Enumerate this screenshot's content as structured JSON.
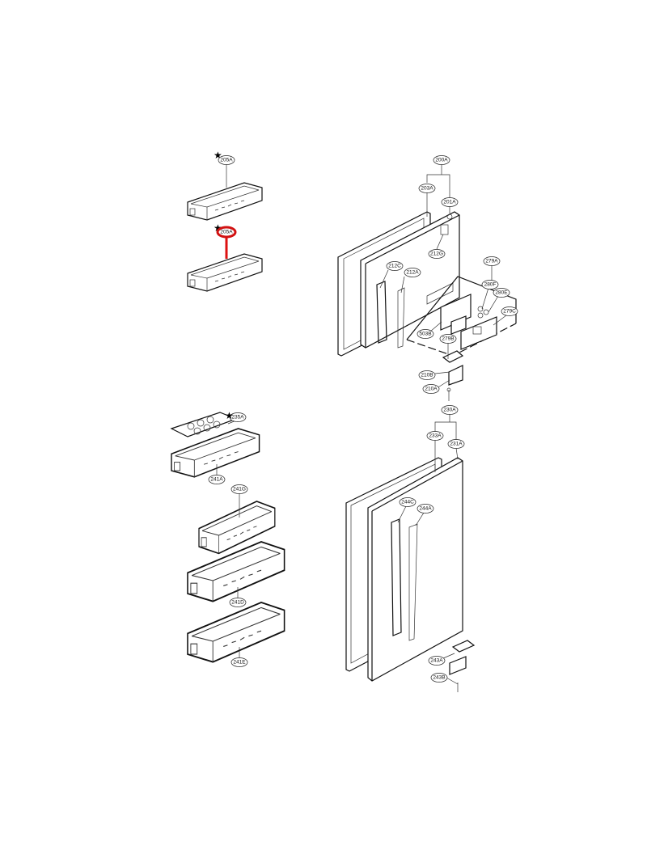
{
  "diagram": {
    "highlight_color": "#d11111",
    "star_marker": "★",
    "labels": {
      "l205A_top": "205A",
      "l205A_sel": "205A",
      "l200A": "200A",
      "l203A": "203A",
      "l201A": "201A",
      "l212G": "212G",
      "l212C": "212C",
      "l212A": "212A",
      "l279A": "279A",
      "l280F": "280F",
      "l280E": "280E",
      "l279C": "279C",
      "l503B": "503B",
      "l279B": "279B",
      "l210B": "210B",
      "l210A": "210A",
      "l235A": "235A",
      "l241A": "241A",
      "l241G": "241G",
      "l241D": "241D",
      "l241E": "241E",
      "l230A": "230A",
      "l233A": "233A",
      "l231A": "231A",
      "l244C": "244C",
      "l244A": "244A",
      "l243A": "243A",
      "l243B": "243B"
    }
  }
}
